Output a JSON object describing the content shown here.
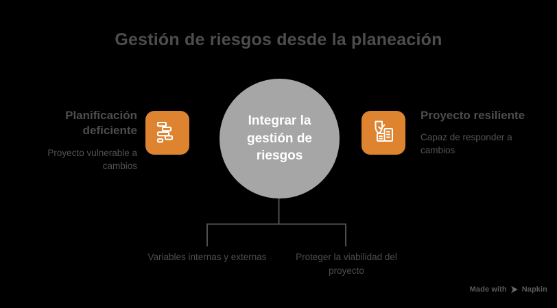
{
  "title": "Gestión de riesgos desde la planeación",
  "colors": {
    "background": "#000000",
    "accent_orange": "#de8431",
    "center_gray": "#a6a6a6",
    "heading_gray": "#4d4d4d",
    "body_gray": "#545454",
    "connector_gray": "#4f4f4f",
    "center_label_white": "#ffffff"
  },
  "center_node": {
    "label": "Integrar la gestión de riesgos"
  },
  "left": {
    "icon": "gantt-chart-icon",
    "heading": "Planificación deficiente",
    "subtitle": "Proyecto vulnerable a cambios"
  },
  "right": {
    "icon": "shield-check-building-icon",
    "heading": "Proyecto resiliente",
    "subtitle": "Capaz de responder a cambios"
  },
  "branches": [
    {
      "label": "Variables internas y externas"
    },
    {
      "label": "Proteger la viabilidad del proyecto"
    }
  ],
  "watermark": {
    "text_before": "Made with",
    "brand": "Napkin",
    "logo": "napkin-play-icon"
  }
}
